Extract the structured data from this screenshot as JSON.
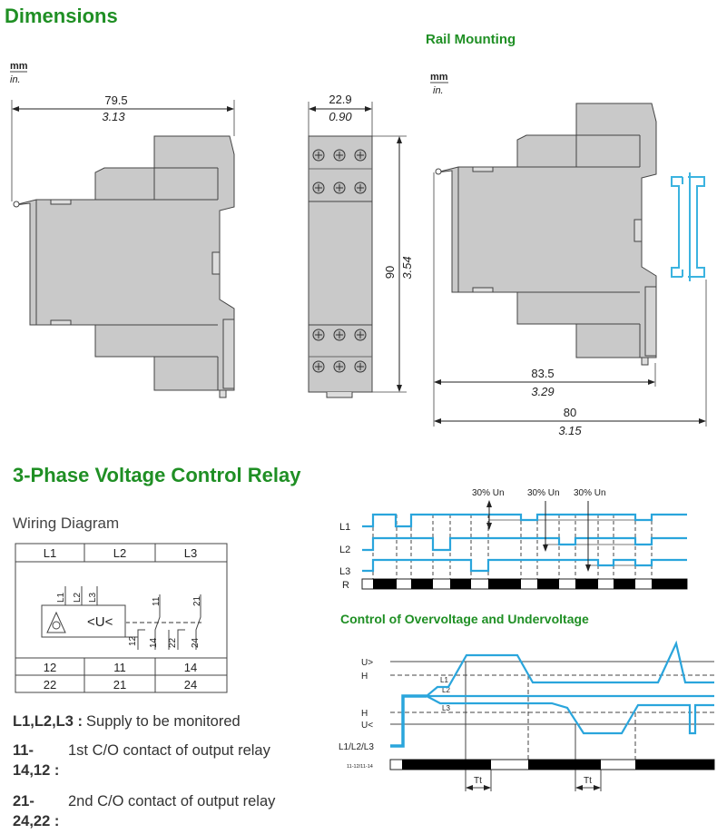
{
  "headings": {
    "dimensions": "Dimensions",
    "rail_mounting": "Rail Mounting",
    "relay_title": "3-Phase Voltage Control Relay",
    "wiring_diagram": "Wiring Diagram",
    "over_under": "Control of Overvoltage and Undervoltage"
  },
  "units": {
    "mm": "mm",
    "in": "in."
  },
  "dimensions": {
    "side_width_mm": "79.5",
    "side_width_in": "3.13",
    "front_width_mm": "22.9",
    "front_width_in": "0.90",
    "height_mm": "90",
    "height_in": "3.54",
    "rail_depth1_mm": "83.5",
    "rail_depth1_in": "3.29",
    "rail_depth2_mm": "80",
    "rail_depth2_in": "3.15"
  },
  "wiring": {
    "top": [
      "L1",
      "L2",
      "L3"
    ],
    "inputs": [
      "L1",
      "L2",
      "L3"
    ],
    "symbol": "<U<",
    "contacts": [
      "11",
      "12",
      "14",
      "22",
      "21",
      "24"
    ],
    "row1": [
      "12",
      "11",
      "14"
    ],
    "row2": [
      "22",
      "21",
      "24"
    ]
  },
  "legend": [
    {
      "term": "L1,L2,L3 :",
      "desc": "Supply to be monitored"
    },
    {
      "term": "11-14,12 :",
      "desc": "1st C/O contact of output relay"
    },
    {
      "term": "21-24,22 :",
      "desc": "2nd C/O contact of output relay"
    }
  ],
  "timing1": {
    "labels": [
      "L1",
      "L2",
      "L3",
      "R"
    ],
    "annotations": [
      "30% Un",
      "30% Un",
      "30% Un"
    ]
  },
  "timing2": {
    "levels": [
      "U>",
      "H",
      "H",
      "U<",
      "L1/L2/L3"
    ],
    "phase_labels": [
      "L1",
      "L2",
      "L3"
    ],
    "relay_label": "11-12/11-14",
    "delay_label": "Tt"
  },
  "colors": {
    "heading": "#1f8f24",
    "signal": "#2aa5dc",
    "rail": "#3bb3e0",
    "body": "#c9c9c9"
  }
}
